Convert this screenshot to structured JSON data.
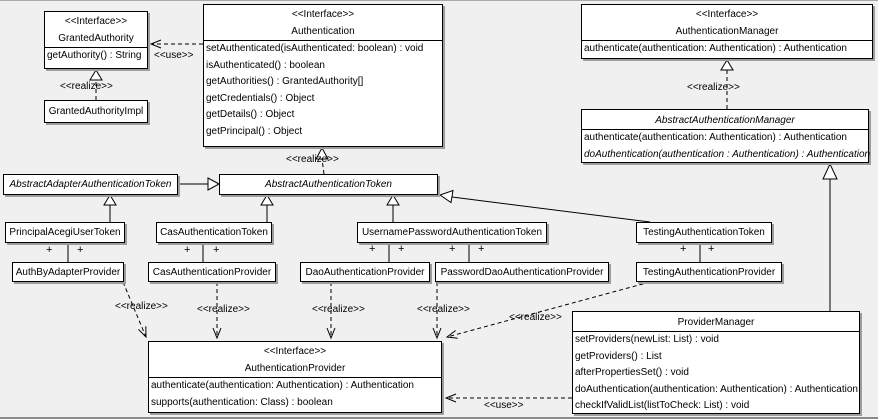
{
  "diagram": {
    "background": "#f0f0f0",
    "box_fill": "#ffffff",
    "line_color": "#000000",
    "shadow_color": "#9d9d9d"
  },
  "stereotype_labels": {
    "interface": "<<Interface>>",
    "realize": "<<realize>>",
    "use": "<<use>>",
    "plus": "+"
  },
  "classes": [
    {
      "name": "GrantedAuthority",
      "stereotype": "<<Interface>>",
      "italic": false,
      "methods": [
        "getAuthority() : String"
      ]
    },
    {
      "name": "GrantedAuthorityImpl",
      "italic": false,
      "methods": []
    },
    {
      "name": "Authentication",
      "stereotype": "<<Interface>>",
      "italic": false,
      "methods": [
        "setAuthenticated(isAuthenticated: boolean) : void",
        "isAuthenticated() : boolean",
        "getAuthorities() : GrantedAuthority[]",
        "getCredentials() : Object",
        "getDetails() : Object",
        "getPrincipal() : Object"
      ]
    },
    {
      "name": "AuthenticationManager",
      "stereotype": "<<Interface>>",
      "italic": false,
      "methods": [
        "authenticate(authentication: Authentication) : Authentication"
      ]
    },
    {
      "name": "AbstractAuthenticationManager",
      "italic": true,
      "methods": [
        "authenticate(authentication: Authentication) : Authentication",
        "doAuthentication(authentication : Authentication) : Authentication"
      ],
      "abstract_method_indices": [
        1
      ]
    },
    {
      "name": "AbstractAdapterAuthenticationToken",
      "italic": true,
      "methods": []
    },
    {
      "name": "AbstractAuthenticationToken",
      "italic": true,
      "methods": []
    },
    {
      "name": "PrincipalAcegiUserToken",
      "italic": false,
      "methods": []
    },
    {
      "name": "CasAuthenticationToken",
      "italic": false,
      "methods": []
    },
    {
      "name": "UsernamePasswordAuthenticationToken",
      "italic": false,
      "methods": []
    },
    {
      "name": "TestingAuthenticationToken",
      "italic": false,
      "methods": []
    },
    {
      "name": "AuthByAdapterProvider",
      "italic": false,
      "methods": []
    },
    {
      "name": "CasAuthenticationProvider",
      "italic": false,
      "methods": []
    },
    {
      "name": "DaoAuthenticationProvider",
      "italic": false,
      "methods": []
    },
    {
      "name": "PasswordDaoAuthenticationProvider",
      "italic": false,
      "methods": []
    },
    {
      "name": "TestingAuthenticationProvider",
      "italic": false,
      "methods": []
    },
    {
      "name": "AuthenticationProvider",
      "stereotype": "<<Interface>>",
      "italic": false,
      "methods": [
        "authenticate(authentication: Authentication) : Authentication",
        "supports(authentication: Class) : boolean"
      ]
    },
    {
      "name": "ProviderManager",
      "italic": false,
      "methods": [
        "setProviders(newList: List) : void",
        "getProviders() : List",
        "afterPropertiesSet() : void",
        "doAuthentication(authentication: Authentication) : Authentication",
        "checkIfValidList(listToCheck: List) : void"
      ]
    }
  ],
  "relationships": [
    {
      "type": "use",
      "from": "Authentication",
      "to": "GrantedAuthority"
    },
    {
      "type": "realize",
      "from": "GrantedAuthorityImpl",
      "to": "GrantedAuthority"
    },
    {
      "type": "realize",
      "from": "AbstractAuthenticationToken",
      "to": "Authentication"
    },
    {
      "type": "realize",
      "from": "AbstractAuthenticationManager",
      "to": "AuthenticationManager"
    },
    {
      "type": "generalization",
      "from": "AbstractAdapterAuthenticationToken",
      "to": "AbstractAuthenticationToken"
    },
    {
      "type": "generalization",
      "from": "PrincipalAcegiUserToken",
      "to": "AbstractAdapterAuthenticationToken"
    },
    {
      "type": "generalization",
      "from": "CasAuthenticationToken",
      "to": "AbstractAuthenticationToken"
    },
    {
      "type": "generalization",
      "from": "UsernamePasswordAuthenticationToken",
      "to": "AbstractAuthenticationToken"
    },
    {
      "type": "generalization",
      "from": "TestingAuthenticationToken",
      "to": "AbstractAuthenticationToken"
    },
    {
      "type": "generalization",
      "from": "ProviderManager",
      "to": "AbstractAuthenticationManager"
    },
    {
      "type": "association",
      "from": "PrincipalAcegiUserToken",
      "to": "AuthByAdapterProvider"
    },
    {
      "type": "association",
      "from": "CasAuthenticationToken",
      "to": "CasAuthenticationProvider"
    },
    {
      "type": "association",
      "from": "UsernamePasswordAuthenticationToken",
      "to": "DaoAuthenticationProvider"
    },
    {
      "type": "association",
      "from": "UsernamePasswordAuthenticationToken",
      "to": "PasswordDaoAuthenticationProvider"
    },
    {
      "type": "association",
      "from": "TestingAuthenticationToken",
      "to": "TestingAuthenticationProvider"
    },
    {
      "type": "realize",
      "from": "AuthByAdapterProvider",
      "to": "AuthenticationProvider"
    },
    {
      "type": "realize",
      "from": "CasAuthenticationProvider",
      "to": "AuthenticationProvider"
    },
    {
      "type": "realize",
      "from": "DaoAuthenticationProvider",
      "to": "AuthenticationProvider"
    },
    {
      "type": "realize",
      "from": "PasswordDaoAuthenticationProvider",
      "to": "AuthenticationProvider"
    },
    {
      "type": "realize",
      "from": "TestingAuthenticationProvider",
      "to": "AuthenticationProvider"
    },
    {
      "type": "use",
      "from": "ProviderManager",
      "to": "AuthenticationProvider"
    }
  ]
}
